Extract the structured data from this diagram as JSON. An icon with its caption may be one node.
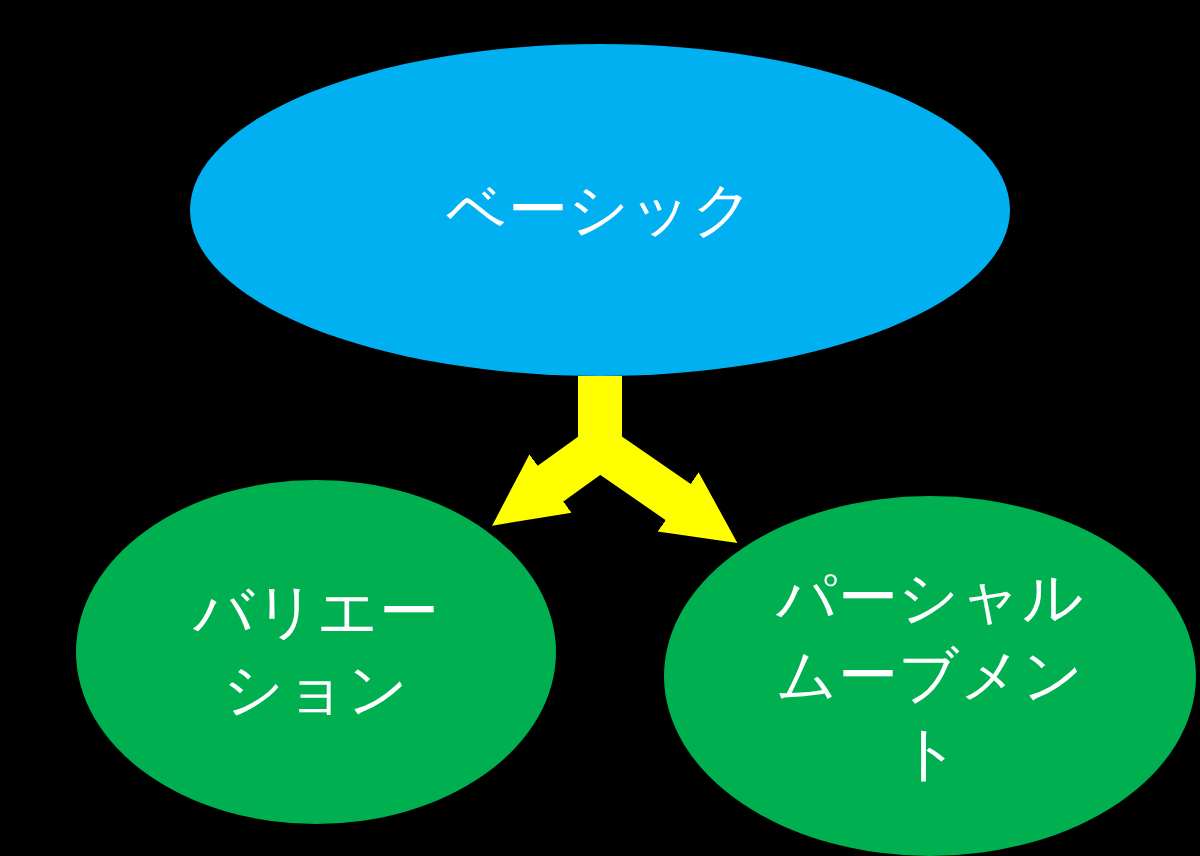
{
  "diagram": {
    "nodes": [
      {
        "text": [
          "ベーシック"
        ]
      },
      {
        "text": [
          "バリエーション"
        ]
      },
      {
        "text": [
          "パーシャルムーブメント"
        ]
      }
    ],
    "edges": [
      {
        "from": 0,
        "to": 1,
        "arrow": "to"
      },
      {
        "from": 0,
        "to": 2,
        "arrow": "to"
      }
    ]
  }
}
